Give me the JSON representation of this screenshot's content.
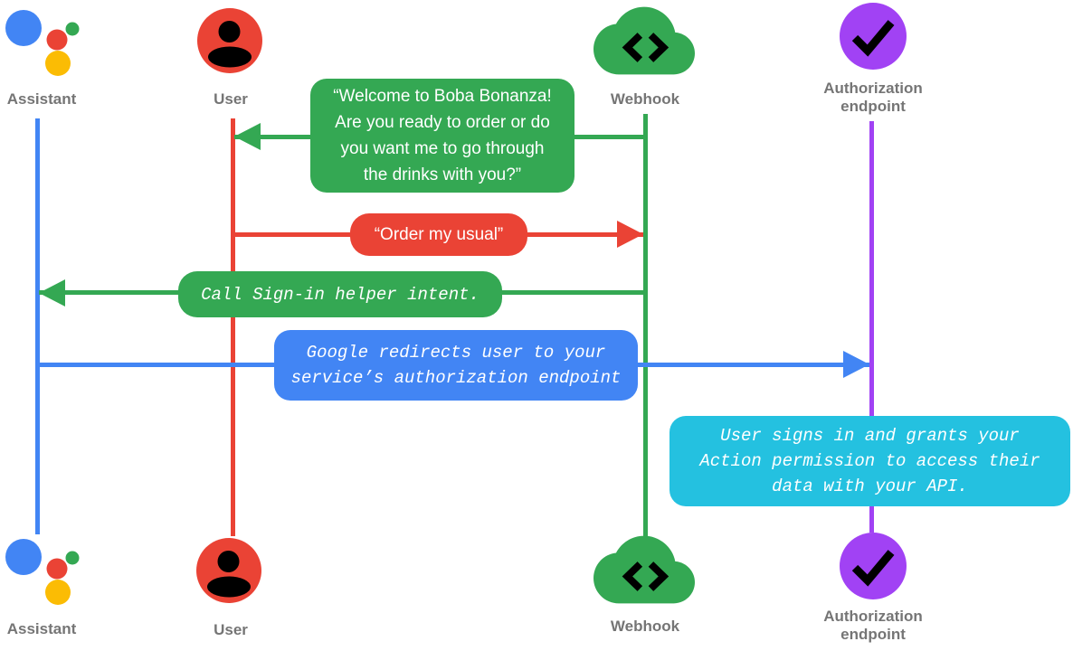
{
  "colors": {
    "bg": "#FFFFFF",
    "blue": "#4285F4",
    "red": "#EA4335",
    "green": "#34A853",
    "yellow": "#FBBC04",
    "purple": "#A142F4",
    "cyan": "#24C1E0",
    "label": "#757575",
    "glyph": "#000000"
  },
  "actors": {
    "assistant": {
      "label": "Assistant",
      "icon": "google-assistant-icon"
    },
    "user": {
      "label": "User",
      "icon": "user-icon"
    },
    "webhook": {
      "label": "Webhook",
      "icon": "webhook-cloud-icon"
    },
    "auth": {
      "label": "Authorization endpoint",
      "icon": "authorization-check-icon"
    }
  },
  "messages": {
    "welcome": {
      "from": "Webhook",
      "to": "User",
      "style": "speech",
      "lines": [
        "“Welcome to Boba Bonanza!",
        "Are you ready to order or do",
        "you want me to go through",
        "the drinks with you?”"
      ]
    },
    "order": {
      "from": "User",
      "to": "Webhook",
      "style": "speech",
      "lines": [
        "“Order my usual”"
      ]
    },
    "signin": {
      "from": "Webhook",
      "to": "Assistant",
      "style": "code",
      "lines": [
        "Call Sign-in helper intent."
      ]
    },
    "redirect": {
      "from": "Assistant",
      "to": "Authorization endpoint",
      "style": "code",
      "lines": [
        "Google redirects user to your",
        "service’s authorization endpoint"
      ]
    },
    "grants": {
      "over": "Authorization endpoint",
      "style": "code",
      "lines": [
        "User signs in and grants your",
        "Action permission to access their",
        "data with your API."
      ]
    }
  }
}
